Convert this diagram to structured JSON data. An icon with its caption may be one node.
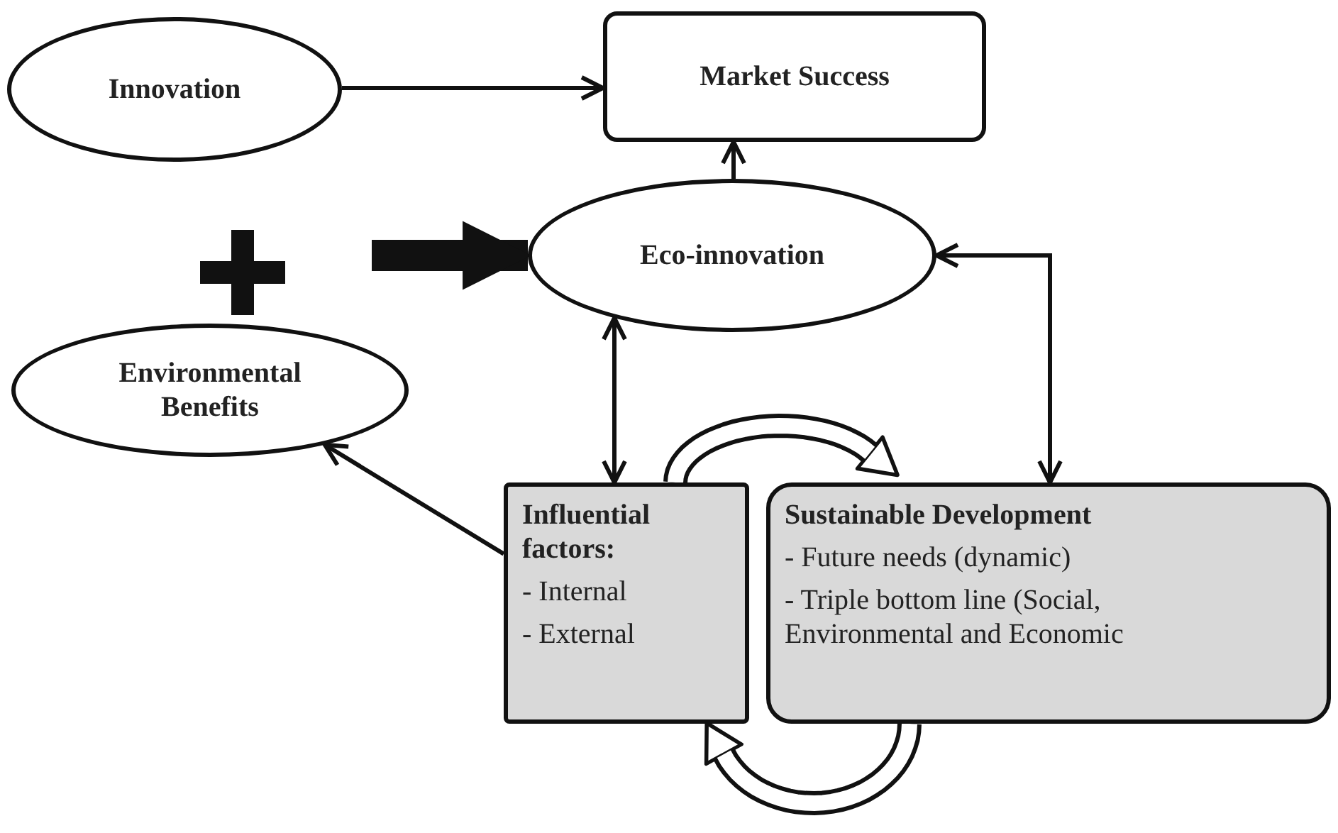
{
  "diagram": {
    "nodes": [
      {
        "text": [
          "Innovation"
        ]
      },
      {
        "text": [
          "Market Success"
        ]
      },
      {
        "text": [
          "Eco-innovation"
        ]
      },
      {
        "text": [
          "Environmental Benefits"
        ]
      },
      {
        "text": [
          "**Influential factors**:",
          "- Internal",
          "- External"
        ]
      },
      {
        "text": [
          "Sustainable Development",
          "- Future needs (dynamic)",
          "- Triple bottom line (Social, Environmental and Economic"
        ]
      }
    ],
    "edges": [
      {
        "from": 0,
        "to": 1,
        "arrow": "to"
      },
      {
        "from": 2,
        "to": 1,
        "arrow": "to"
      },
      {
        "from": null,
        "to": 2,
        "arrow": "to",
        "style": "thick"
      },
      {
        "from": 2,
        "to": 4,
        "arrow": "both"
      },
      {
        "from": 2,
        "to": 5,
        "arrow": "both"
      },
      {
        "from": 4,
        "to": 3,
        "arrow": "to"
      },
      {
        "from": 4,
        "to": 5,
        "arrow": "to",
        "style": "thick"
      },
      {
        "from": 5,
        "to": 4,
        "arrow": "to",
        "style": "thick"
      }
    ]
  }
}
